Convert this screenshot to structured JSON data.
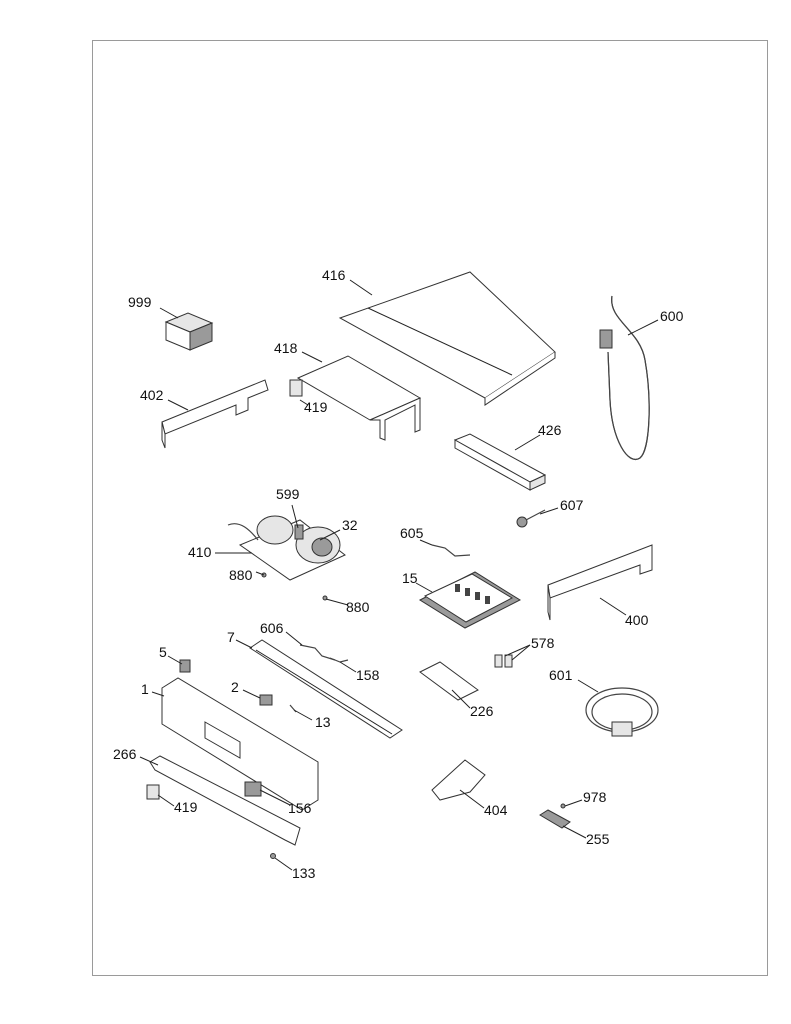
{
  "diagram": {
    "callouts": [
      "416",
      "999",
      "600",
      "418",
      "402",
      "419",
      "426",
      "599",
      "607",
      "32",
      "605",
      "410",
      "880",
      "880",
      "15",
      "400",
      "606",
      "7",
      "578",
      "158",
      "5",
      "601",
      "2",
      "1",
      "13",
      "226",
      "266",
      "978",
      "419",
      "156",
      "404",
      "255",
      "133"
    ]
  }
}
